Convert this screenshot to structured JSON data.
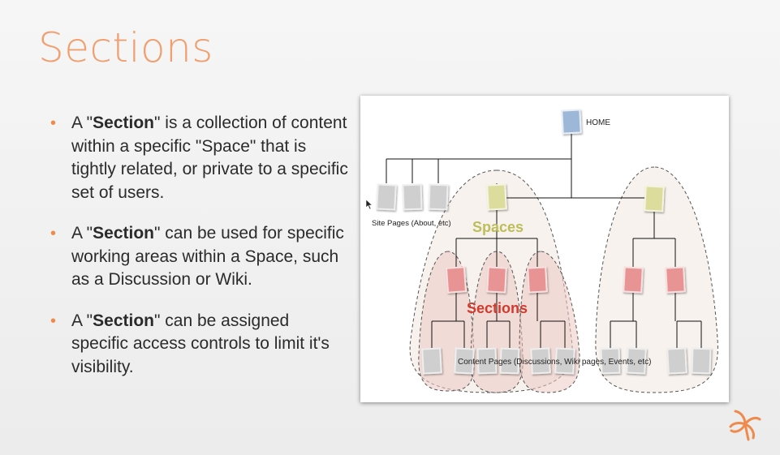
{
  "slide": {
    "title": "Sections",
    "bullets": [
      {
        "prefix": "A \"",
        "bold": "Section",
        "suffix": "\" is a collection of content within a specific \"Space\" that is tightly related, or private to a specific set of users."
      },
      {
        "prefix": "A \"",
        "bold": "Section",
        "suffix": "\" can be used for specific working areas within a Space, such as a Discussion or Wiki."
      },
      {
        "prefix": "A \"",
        "bold": "Section",
        "suffix": "\" can be assigned specific access controls to limit it's visibility."
      }
    ]
  },
  "diagram": {
    "home_label": "HOME",
    "site_pages_label": "Site Pages (About, etc)",
    "spaces_label": "Spaces",
    "sections_label": "Sections",
    "content_pages_label": "Content Pages (Discussions, Wiki pages, Events, etc)"
  },
  "colors": {
    "title": "#f0a070",
    "bullet_dot": "#f08a4b",
    "home_page": "#9db7d8",
    "space_page": "#dcdc9c",
    "section_page": "#e89494",
    "content_page": "#cfcfcf",
    "spaces_text": "#bdbd5a",
    "sections_text": "#d23a2e"
  },
  "icons": {
    "logo": "starburst-logo-icon",
    "cursor": "mouse-pointer-icon"
  }
}
